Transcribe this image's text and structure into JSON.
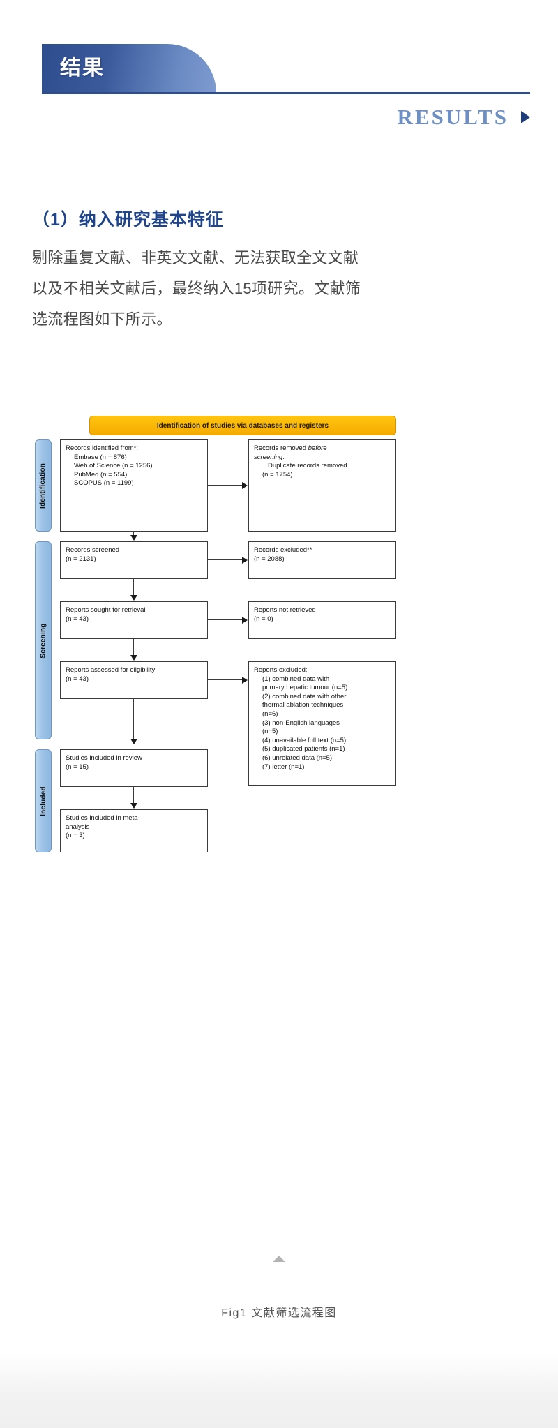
{
  "banner": {
    "title": "结果",
    "results_label": "RESULTS",
    "arrow_icon": "triangle-right-icon"
  },
  "section": {
    "heading": "（1）纳入研究基本特征",
    "paragraph_lines": [
      "剔除重复文献、非英文文献、无法获取全文文献",
      "以及不相关文献后，最终纳入15项研究。文献筛",
      "选流程图如下所示。"
    ]
  },
  "figure": {
    "caption": "Fig1 文献筛选流程图",
    "collapse_icon": "caret-up-icon",
    "prisma": {
      "header": "Identification of studies via databases and registers",
      "stages": [
        {
          "id": "identification",
          "label": "Identification"
        },
        {
          "id": "screening",
          "label": "Screening"
        },
        {
          "id": "included",
          "label": "Included"
        }
      ],
      "boxes": {
        "identified": {
          "title": "Records identified from*:",
          "items": [
            "Embase (n = 876)",
            "Web of Science (n = 1256)",
            "PubMed (n = 554)",
            "SCOPUS (n = 1199)"
          ]
        },
        "removed": {
          "line1": "Records removed ",
          "line1_italic": "before",
          "line2_italic": "screening",
          "line2_rest": ":",
          "items": [
            "Duplicate records removed",
            "(n = 1754)"
          ]
        },
        "screened": {
          "title": "Records screened",
          "count": "(n = 2131)"
        },
        "excluded": {
          "title": "Records excluded**",
          "count": "(n = 2088)"
        },
        "sought": {
          "title": "Reports sought for retrieval",
          "count": "(n = 43)"
        },
        "not_retrieved": {
          "title": "Reports not retrieved",
          "count": "(n = 0)"
        },
        "assessed": {
          "title": "Reports assessed for eligibility",
          "count": "(n = 43)"
        },
        "reports_excluded": {
          "title": "Reports excluded:",
          "items": [
            "(1) combined data with",
            "primary hepatic tumour (n=5)",
            "(2) combined data with other",
            "thermal ablation techniques",
            "(n=6)",
            "(3) non-English languages",
            "(n=5)",
            "(4) unavailable full text (n=5)",
            "(5) duplicated patients (n=1)",
            "(6) unrelated data (n=5)",
            "(7) letter (n=1)"
          ]
        },
        "in_review": {
          "title": "Studies included in review",
          "count": "(n = 15)"
        },
        "in_meta": {
          "title": "Studies included in meta-",
          "title2": "analysis",
          "count": "(n = 3)"
        }
      }
    }
  },
  "colors": {
    "banner_blue_dark": "#2d4d8f",
    "banner_blue_light": "#7f9bd0",
    "results_blue": "#6e8fc4",
    "heading_blue": "#1f4489",
    "prisma_orange": "#f7b500",
    "prisma_stage_blue": "#9dc3e6",
    "body_text": "#4a4a4a"
  }
}
